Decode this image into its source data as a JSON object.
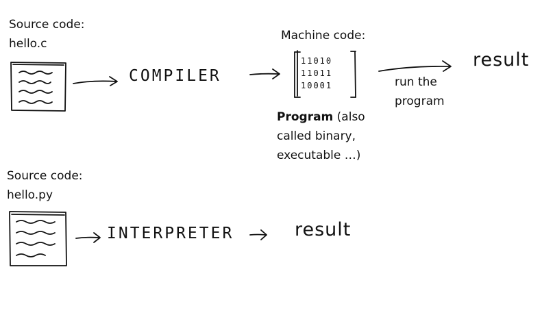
{
  "compiled": {
    "source_label": "Source code:",
    "source_file": "hello.c",
    "compiler": "COMPILER",
    "machine_label": "Machine code:",
    "bits": [
      "11010",
      "11011",
      "10001"
    ],
    "run_label_line1": "run the",
    "run_label_line2": "program",
    "program_bold": "Program",
    "program_rest1": " (also",
    "program_line2": "called binary,",
    "program_line3": "executable …)",
    "result": "result"
  },
  "interpreted": {
    "source_label": "Source code:",
    "source_file": "hello.py",
    "interpreter": "INTERPRETER",
    "result": "result"
  }
}
